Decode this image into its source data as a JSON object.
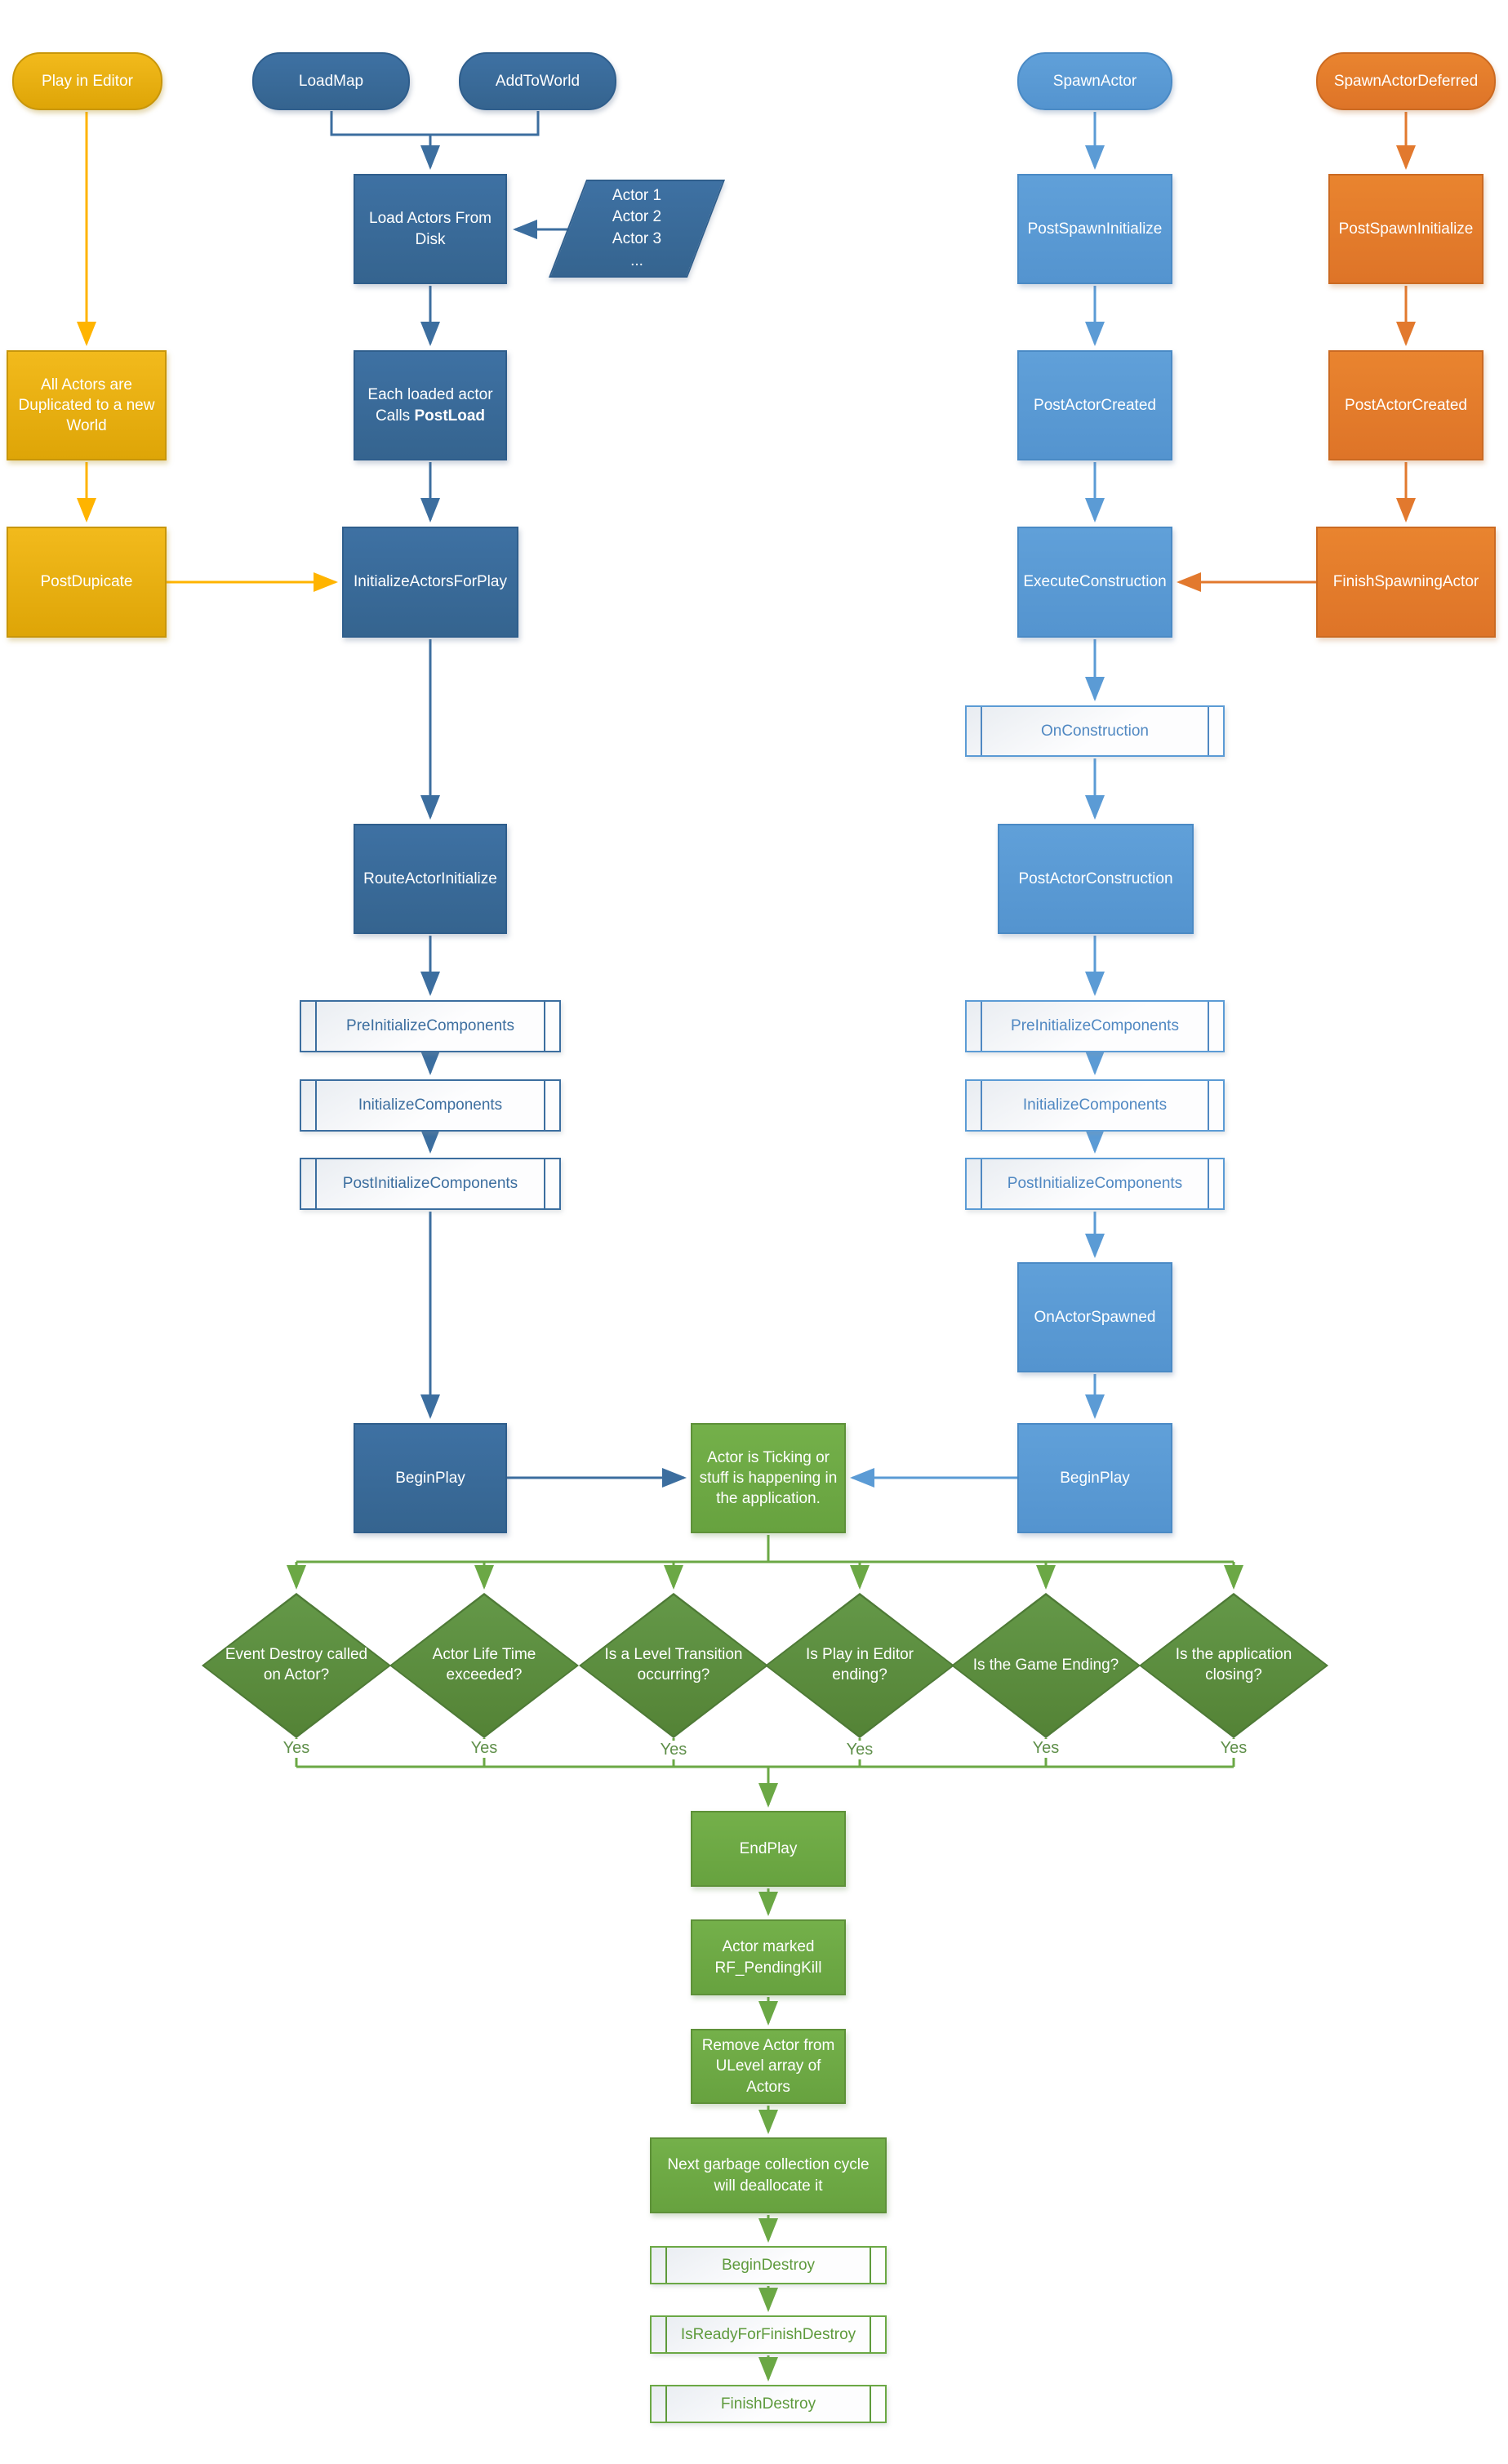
{
  "palette": {
    "gold_fill": "#E8AE0F",
    "gold_border": "#C8960A",
    "gold_connector": "#FFB400",
    "dark_blue_fill": "#396B99",
    "dark_blue_border": "#2F5E8C",
    "light_blue_fill": "#5B9BD5",
    "light_blue_border": "#4A8AC5",
    "orange_fill": "#E2792E",
    "orange_border": "#CB6A22",
    "green_fill": "#6BA845",
    "green_border": "#5E9139",
    "diamond_fill": "#5E9142",
    "diamond_border": "#4E7A36",
    "subroutine_fill": "#F4F6F9"
  },
  "nodes": {
    "play_in_editor": {
      "label": "Play in Editor"
    },
    "load_map": {
      "label": "LoadMap"
    },
    "add_to_world": {
      "label": "AddToWorld"
    },
    "spawn_actor": {
      "label": "SpawnActor"
    },
    "spawn_actor_deferred": {
      "label": "SpawnActorDeferred"
    },
    "load_actors_from_disk": {
      "label": "Load Actors From Disk"
    },
    "actor_list": {
      "lines": [
        "Actor 1",
        "Actor 2",
        "Actor 3",
        "..."
      ]
    },
    "all_actors_duplicated": {
      "label": "All Actors are Duplicated to a new World"
    },
    "each_loaded_actor": {
      "line1": "Each loaded actor",
      "line2_prefix": "Calls ",
      "line2_bold": "PostLoad"
    },
    "post_dupicate": {
      "label": "PostDupicate"
    },
    "initialize_actors_for_play": {
      "label": "InitializeActorsForPlay"
    },
    "post_spawn_initialize_blue": {
      "label": "PostSpawnInitialize"
    },
    "post_actor_created_blue": {
      "label": "PostActorCreated"
    },
    "execute_construction": {
      "label": "ExecuteConstruction"
    },
    "post_spawn_initialize_orange": {
      "label": "PostSpawnInitialize"
    },
    "post_actor_created_orange": {
      "label": "PostActorCreated"
    },
    "finish_spawning_actor": {
      "label": "FinishSpawningActor"
    },
    "on_construction": {
      "label": "OnConstruction"
    },
    "post_actor_construction": {
      "label": "PostActorConstruction"
    },
    "route_actor_initialize": {
      "label": "RouteActorInitialize"
    },
    "pre_initialize_components_left": {
      "label": "PreInitializeComponents"
    },
    "initialize_components_left": {
      "label": "InitializeComponents"
    },
    "post_initialize_components_left": {
      "label": "PostInitializeComponents"
    },
    "pre_initialize_components_right": {
      "label": "PreInitializeComponents"
    },
    "initialize_components_right": {
      "label": "InitializeComponents"
    },
    "post_initialize_components_right": {
      "label": "PostInitializeComponents"
    },
    "on_actor_spawned": {
      "label": "OnActorSpawned"
    },
    "begin_play_left": {
      "label": "BeginPlay"
    },
    "begin_play_right": {
      "label": "BeginPlay"
    },
    "actor_ticking": {
      "label": "Actor is Ticking or stuff is happening in the application."
    },
    "end_play": {
      "label": "EndPlay"
    },
    "actor_marked_pending_kill": {
      "label": "Actor marked RF_PendingKill"
    },
    "remove_actor_from_ulevel": {
      "label": "Remove Actor from ULevel array of Actors"
    },
    "next_gc_cycle": {
      "label": "Next garbage collection cycle will deallocate it"
    },
    "begin_destroy": {
      "label": "BeginDestroy"
    },
    "is_ready_for_finish_destroy": {
      "label": "IsReadyForFinishDestroy"
    },
    "finish_destroy": {
      "label": "FinishDestroy"
    }
  },
  "decisions": [
    {
      "label": "Event Destroy called on Actor?",
      "branch": "Yes"
    },
    {
      "label": "Actor Life Time exceeded?",
      "branch": "Yes"
    },
    {
      "label": "Is a Level Transition occurring?",
      "branch": "Yes"
    },
    {
      "label": "Is Play in Editor ending?",
      "branch": "Yes"
    },
    {
      "label": "Is the Game Ending?",
      "branch": "Yes"
    },
    {
      "label": "Is the application closing?",
      "branch": "Yes"
    }
  ]
}
